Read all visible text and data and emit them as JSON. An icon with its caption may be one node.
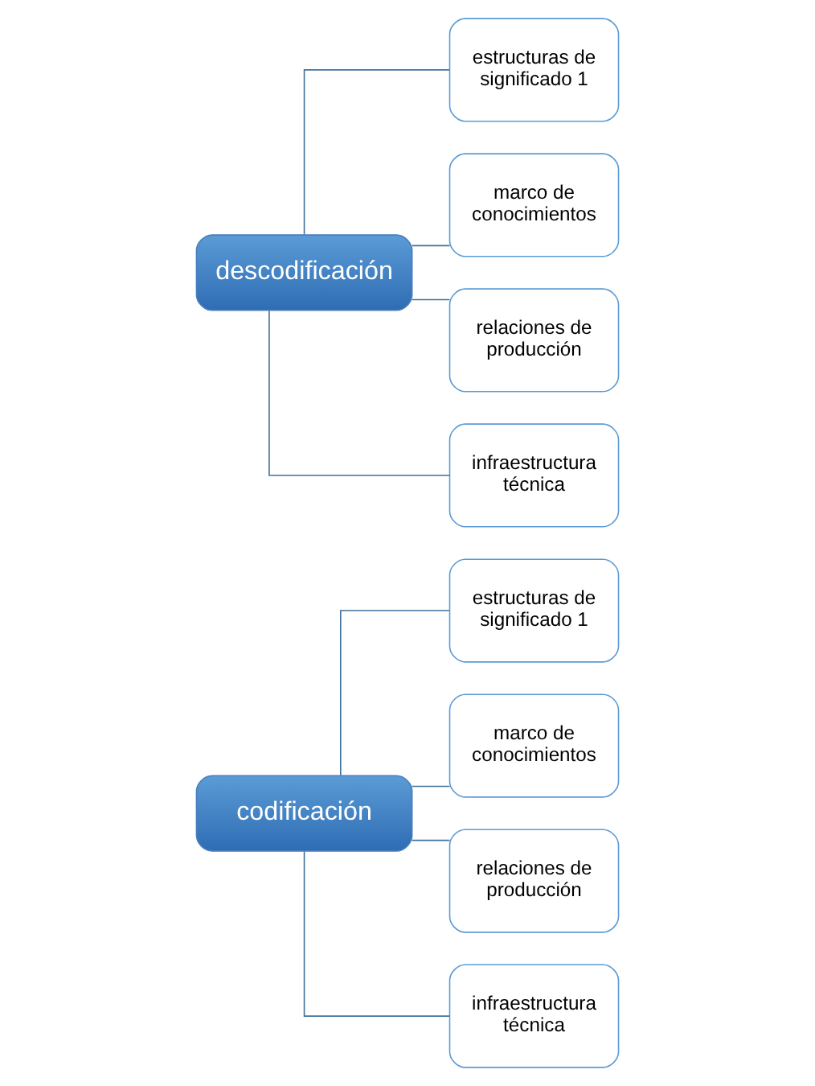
{
  "diagram": {
    "nodes": [
      {
        "text": [
          "codificación"
        ]
      },
      {
        "text": [
          "estructuras de significado 1"
        ]
      },
      {
        "text": [
          "marco de conocimientos"
        ]
      },
      {
        "text": [
          "relaciones de producción"
        ]
      },
      {
        "text": [
          "infraestructura técnica"
        ]
      },
      {
        "text": [
          "descodificación"
        ]
      },
      {
        "text": [
          "estructuras de significado 1"
        ]
      },
      {
        "text": [
          "marco de conocimientos"
        ]
      },
      {
        "text": [
          "relaciones de producción"
        ]
      },
      {
        "text": [
          "infraestructura técnica"
        ]
      }
    ],
    "edges": [
      {
        "from": 0,
        "to": 1,
        "arrow": "none"
      },
      {
        "from": 0,
        "to": 2,
        "arrow": "none"
      },
      {
        "from": 0,
        "to": 3,
        "arrow": "none"
      },
      {
        "from": 0,
        "to": 4,
        "arrow": "none"
      },
      {
        "from": 5,
        "to": 6,
        "arrow": "none"
      },
      {
        "from": 5,
        "to": 7,
        "arrow": "none"
      },
      {
        "from": 5,
        "to": 8,
        "arrow": "none"
      },
      {
        "from": 5,
        "to": 9,
        "arrow": "none"
      }
    ]
  }
}
